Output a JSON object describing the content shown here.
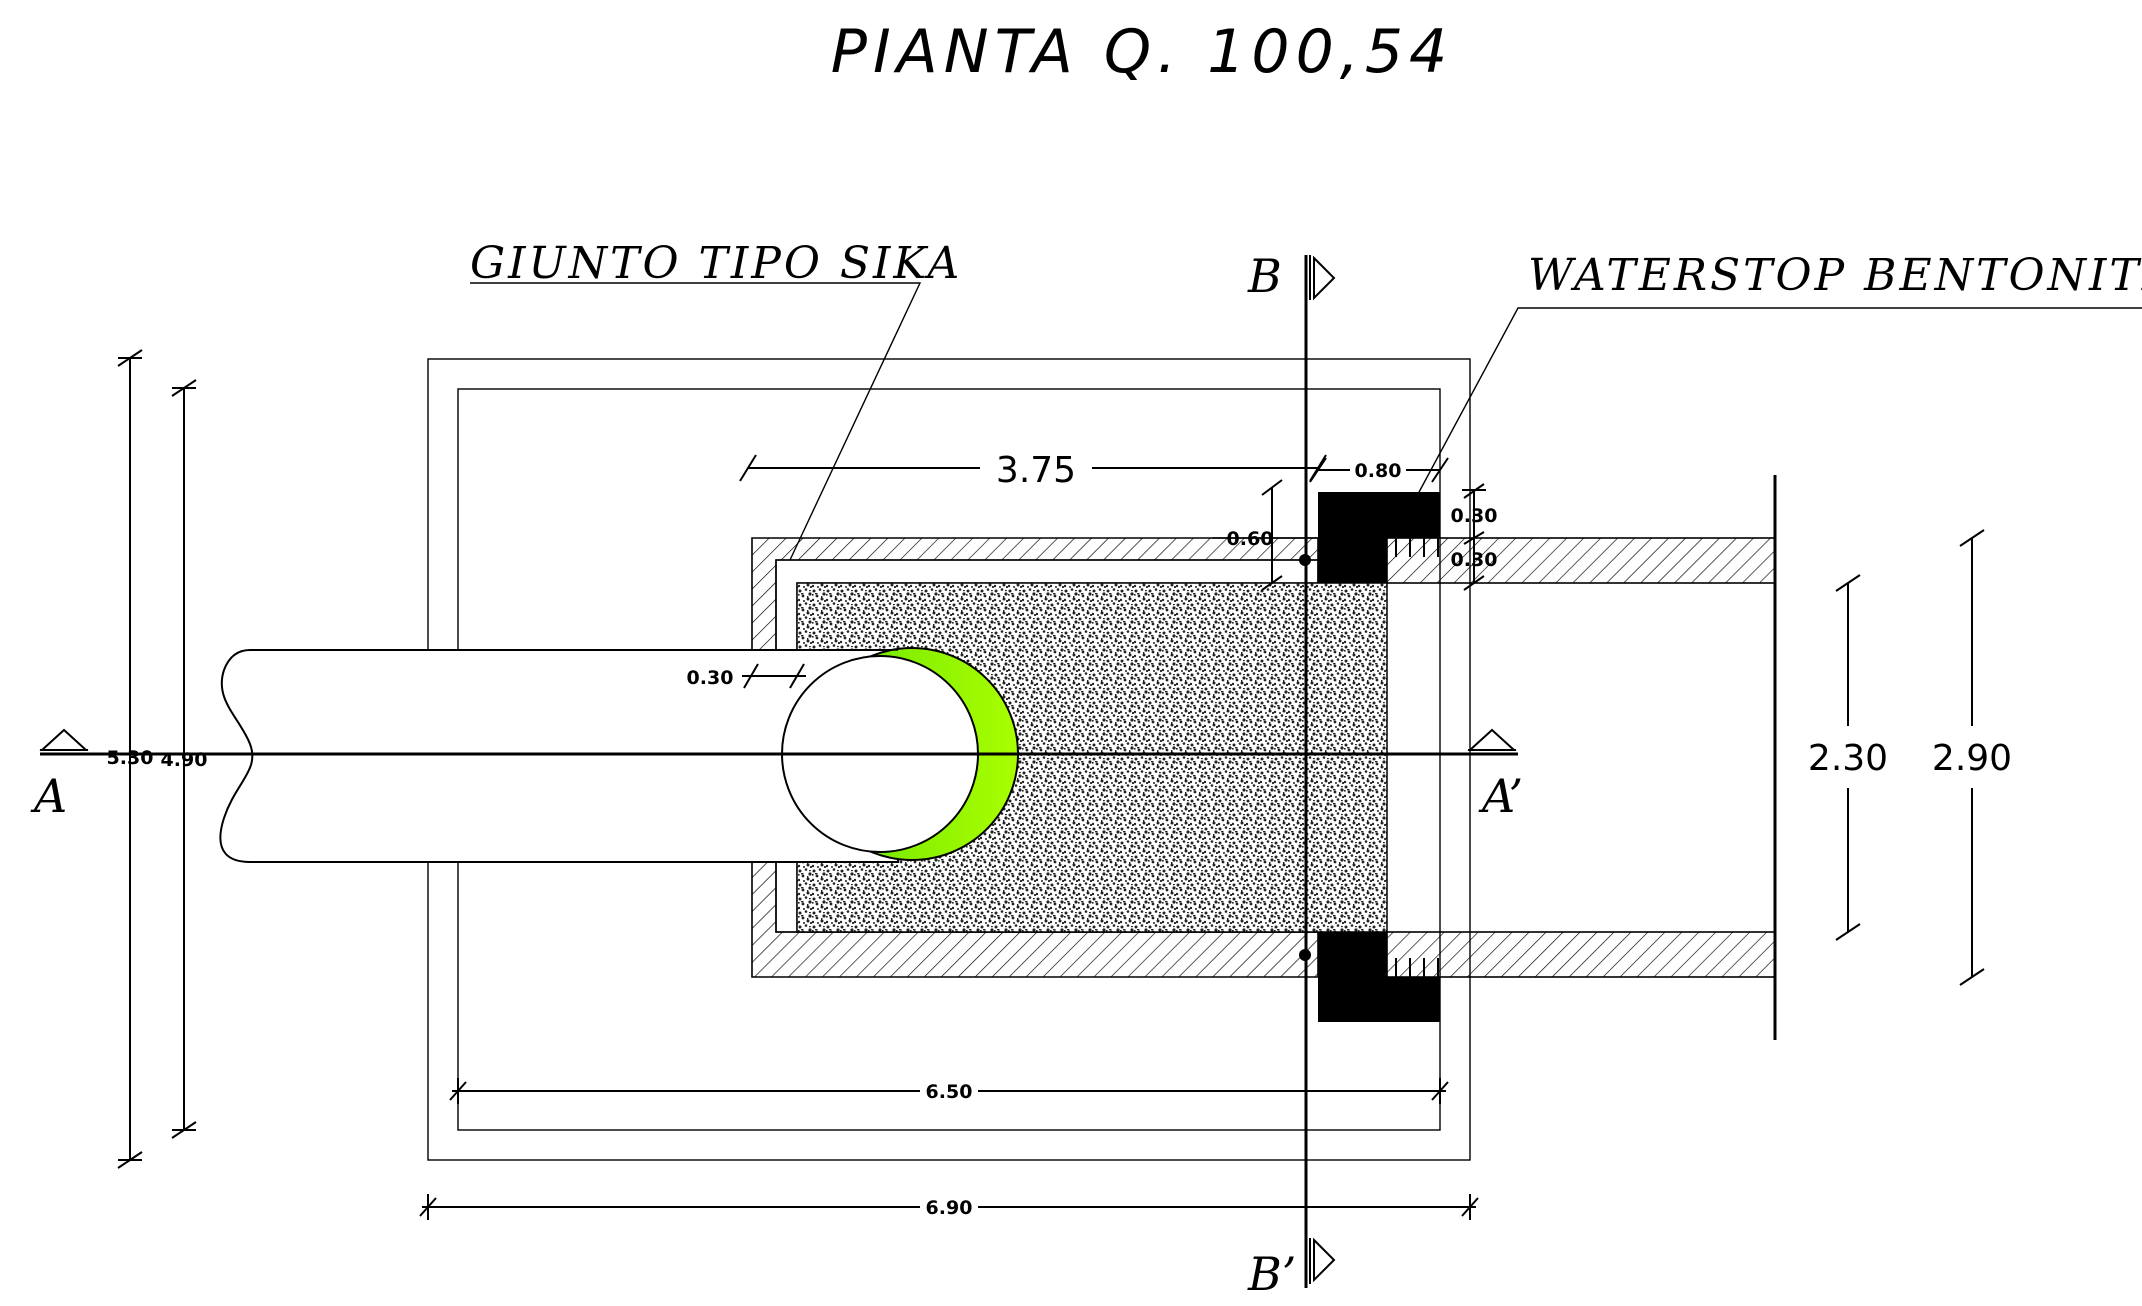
{
  "title": "PIANTA  Q.  100,54",
  "labels": {
    "giunto": "GIUNTO  TIPO  SIKA",
    "waterstop": "WATERSTOP  BENTONITICO"
  },
  "sections": {
    "b_top": "B",
    "b_bottom": "B’",
    "a_left": "A",
    "a_right": "A’"
  },
  "dimensions": {
    "d_375": "3.75",
    "d_080": "0.80",
    "d_030_top": "0.30",
    "d_030_mid": "0.30",
    "d_060": "0.60",
    "d_030_left": "0.30",
    "d_530": "5.30",
    "d_490": "4.90",
    "d_650": "6.50",
    "d_690": "6.90",
    "d_230": "2.30",
    "d_290": "2.90"
  },
  "colors": {
    "line": "#000000",
    "fill_solid": "#000000",
    "gravel_dot": "#222222",
    "green_light": "#aaff00",
    "green_dark": "#55dd00",
    "paper": "#ffffff"
  }
}
